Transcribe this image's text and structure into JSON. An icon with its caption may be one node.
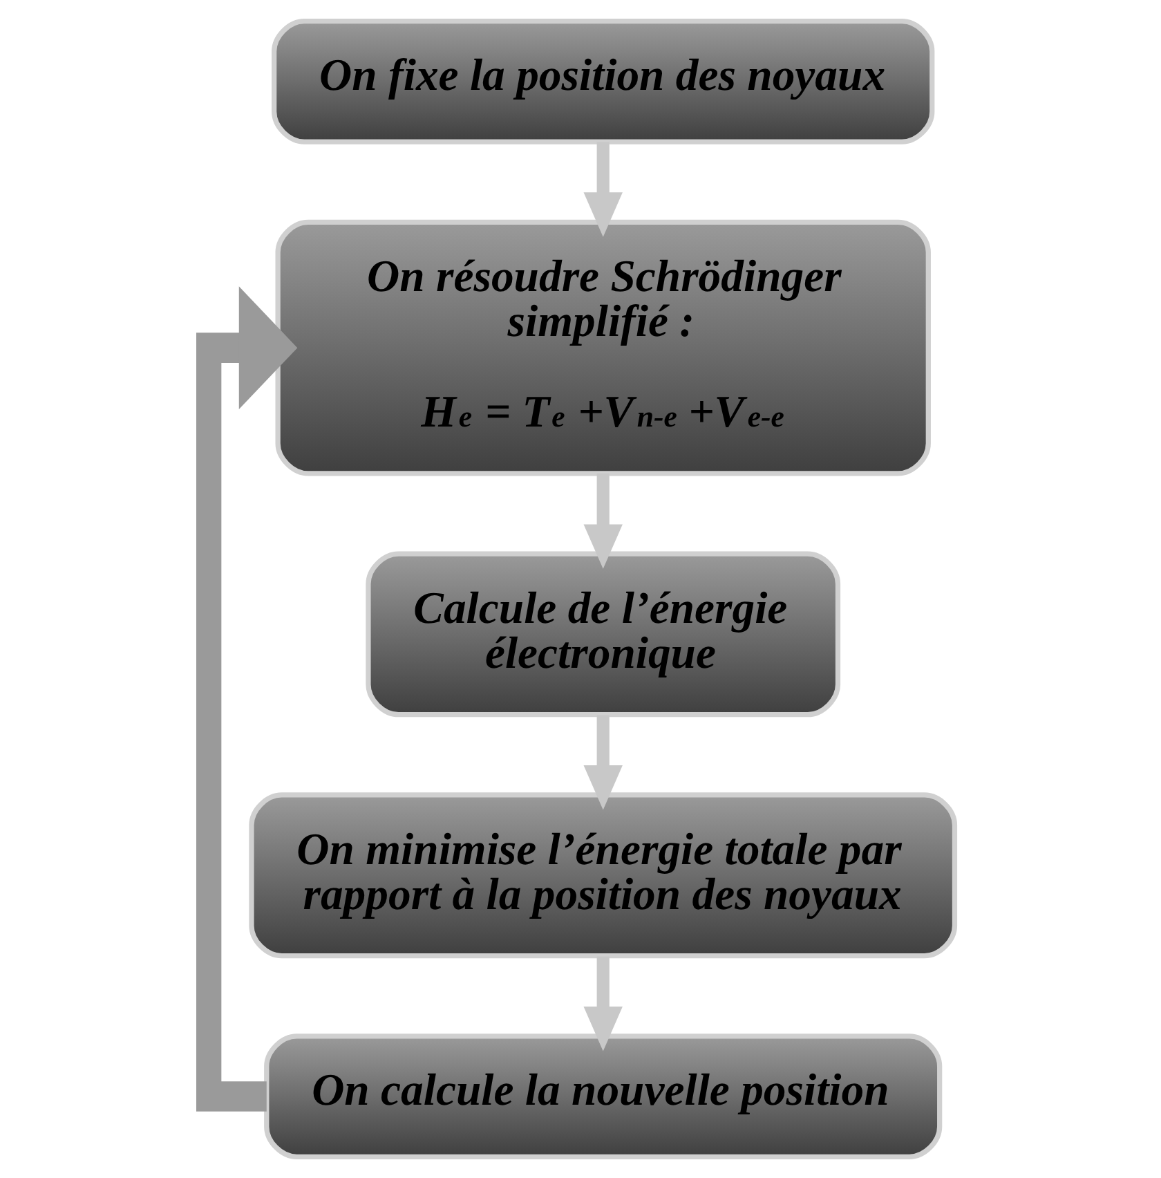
{
  "diagram": {
    "nodes": [
      {
        "text": [
          "On fixe la position des noyaux"
        ]
      },
      {
        "text": [
          "On résoudre Schrödinger simplifié :",
          "H$_{e}$ = T$_{e}$ +V$_{n-e}$ +V$_{e-e}$"
        ]
      },
      {
        "text": [
          "Calcule de l’énergie électronique"
        ]
      },
      {
        "text": [
          "On minimise l’énergie totale par rapport à la position des noyaux"
        ]
      },
      {
        "text": [
          "On calcule la nouvelle position"
        ]
      }
    ],
    "edges": [
      {
        "from": 0,
        "to": 1,
        "arrow": "to"
      },
      {
        "from": 1,
        "to": 2,
        "arrow": "to"
      },
      {
        "from": 2,
        "to": 3,
        "arrow": "to"
      },
      {
        "from": 3,
        "to": 4,
        "arrow": "to"
      },
      {
        "from": 4,
        "to": 1,
        "arrow": "to",
        "style": "thick",
        "color": "#9a9a9a"
      }
    ]
  }
}
